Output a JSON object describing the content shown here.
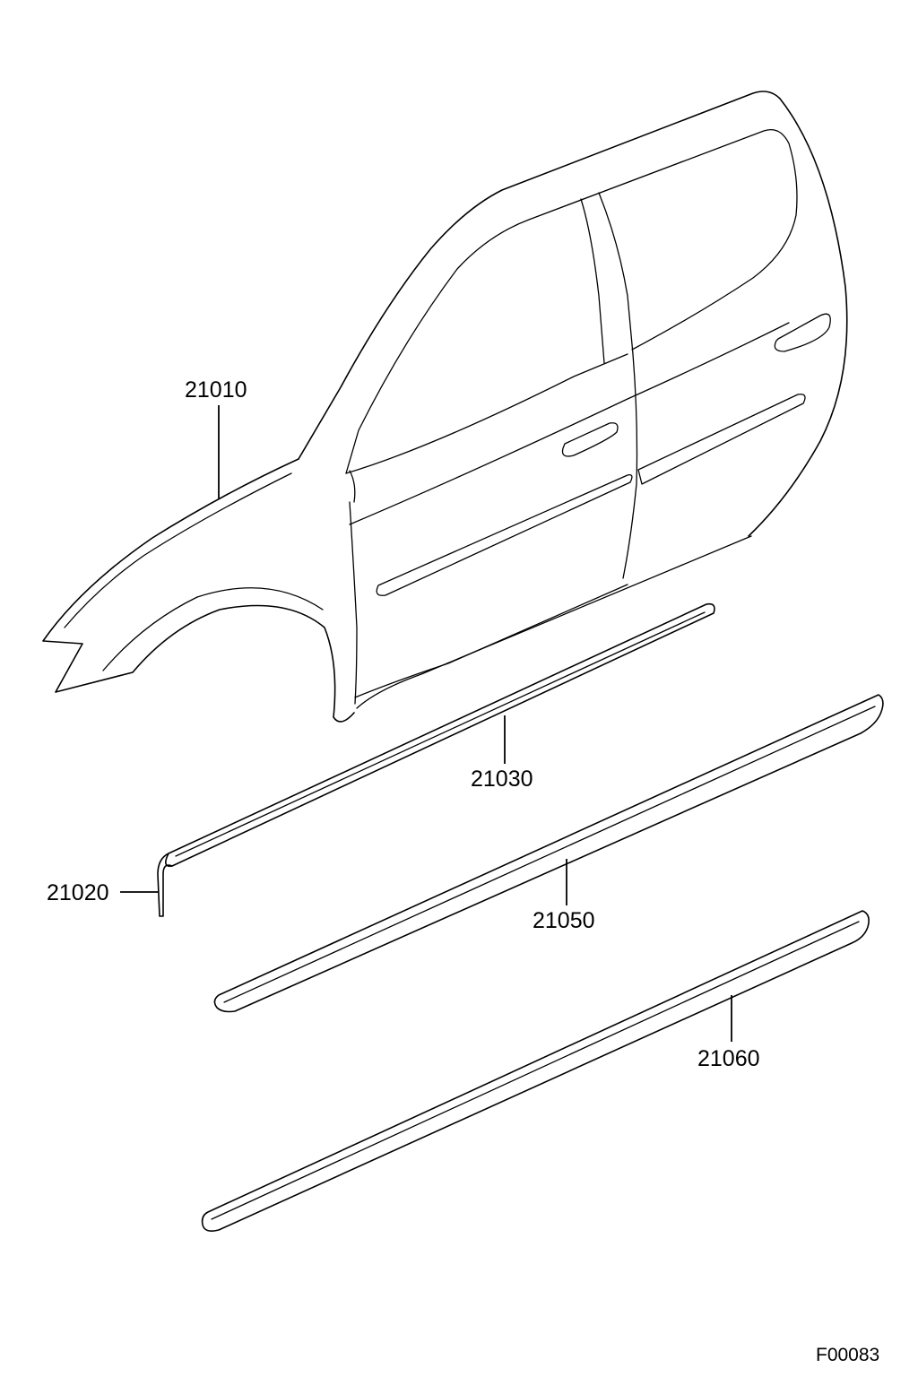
{
  "callouts": [
    {
      "id": "21010",
      "part": "body-side-panel"
    },
    {
      "id": "21030",
      "part": "front-door-lower-molding"
    },
    {
      "id": "21020",
      "part": "front-fender-end-molding"
    },
    {
      "id": "21050",
      "part": "rear-door-molding"
    },
    {
      "id": "21060",
      "part": "rocker-molding"
    }
  ],
  "figure_code": "F00083"
}
